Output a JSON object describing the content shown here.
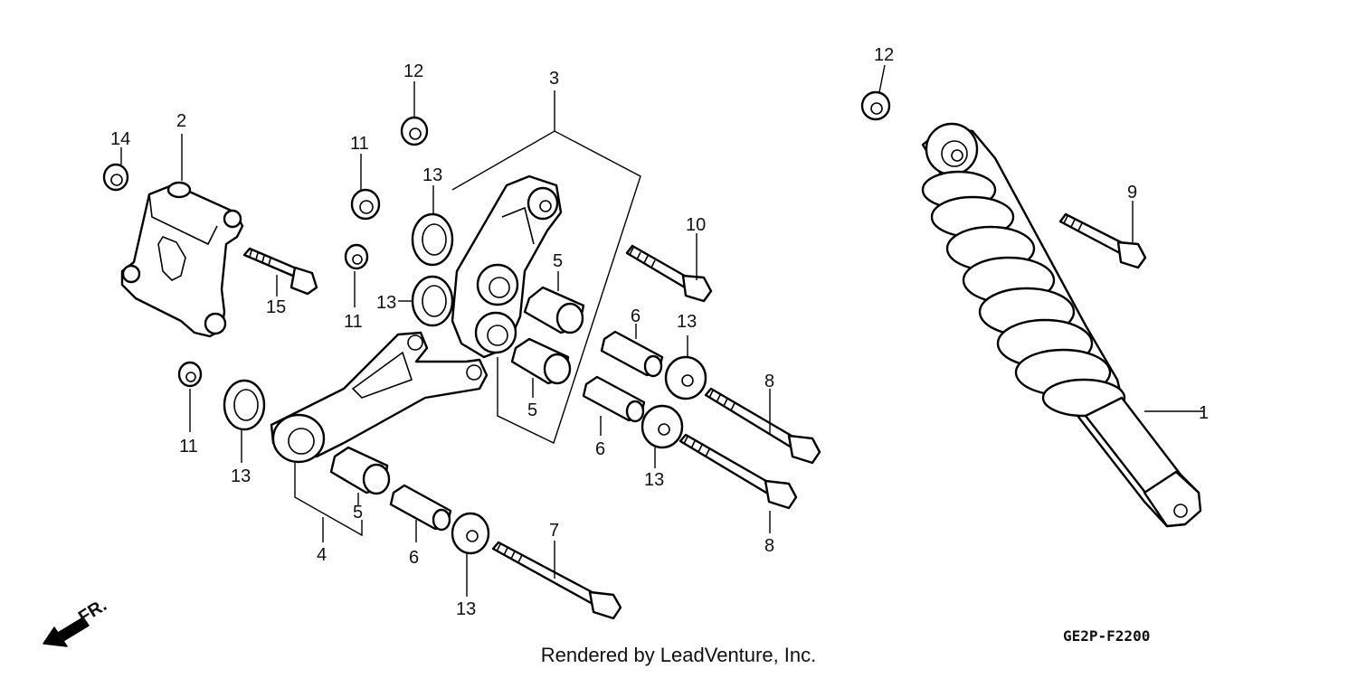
{
  "diagram": {
    "callouts": [
      {
        "id": "1",
        "label": "1"
      },
      {
        "id": "2",
        "label": "2"
      },
      {
        "id": "3",
        "label": "3"
      },
      {
        "id": "4",
        "label": "4"
      },
      {
        "id": "5a",
        "label": "5"
      },
      {
        "id": "5b",
        "label": "5"
      },
      {
        "id": "5c",
        "label": "5"
      },
      {
        "id": "6a",
        "label": "6"
      },
      {
        "id": "6b",
        "label": "6"
      },
      {
        "id": "6c",
        "label": "6"
      },
      {
        "id": "7",
        "label": "7"
      },
      {
        "id": "8a",
        "label": "8"
      },
      {
        "id": "8b",
        "label": "8"
      },
      {
        "id": "9",
        "label": "9"
      },
      {
        "id": "10",
        "label": "10"
      },
      {
        "id": "11a",
        "label": "11"
      },
      {
        "id": "11b",
        "label": "11"
      },
      {
        "id": "11c",
        "label": "11"
      },
      {
        "id": "12a",
        "label": "12"
      },
      {
        "id": "12b",
        "label": "12"
      },
      {
        "id": "13a",
        "label": "13"
      },
      {
        "id": "13b",
        "label": "13"
      },
      {
        "id": "13c",
        "label": "13"
      },
      {
        "id": "13d",
        "label": "13"
      },
      {
        "id": "13e",
        "label": "13"
      },
      {
        "id": "13f",
        "label": "13"
      },
      {
        "id": "14",
        "label": "14"
      },
      {
        "id": "15",
        "label": "15"
      }
    ],
    "front_indicator": "FR.",
    "diagram_code": "GE2P-F2200",
    "footer": "Rendered by LeadVenture, Inc."
  }
}
